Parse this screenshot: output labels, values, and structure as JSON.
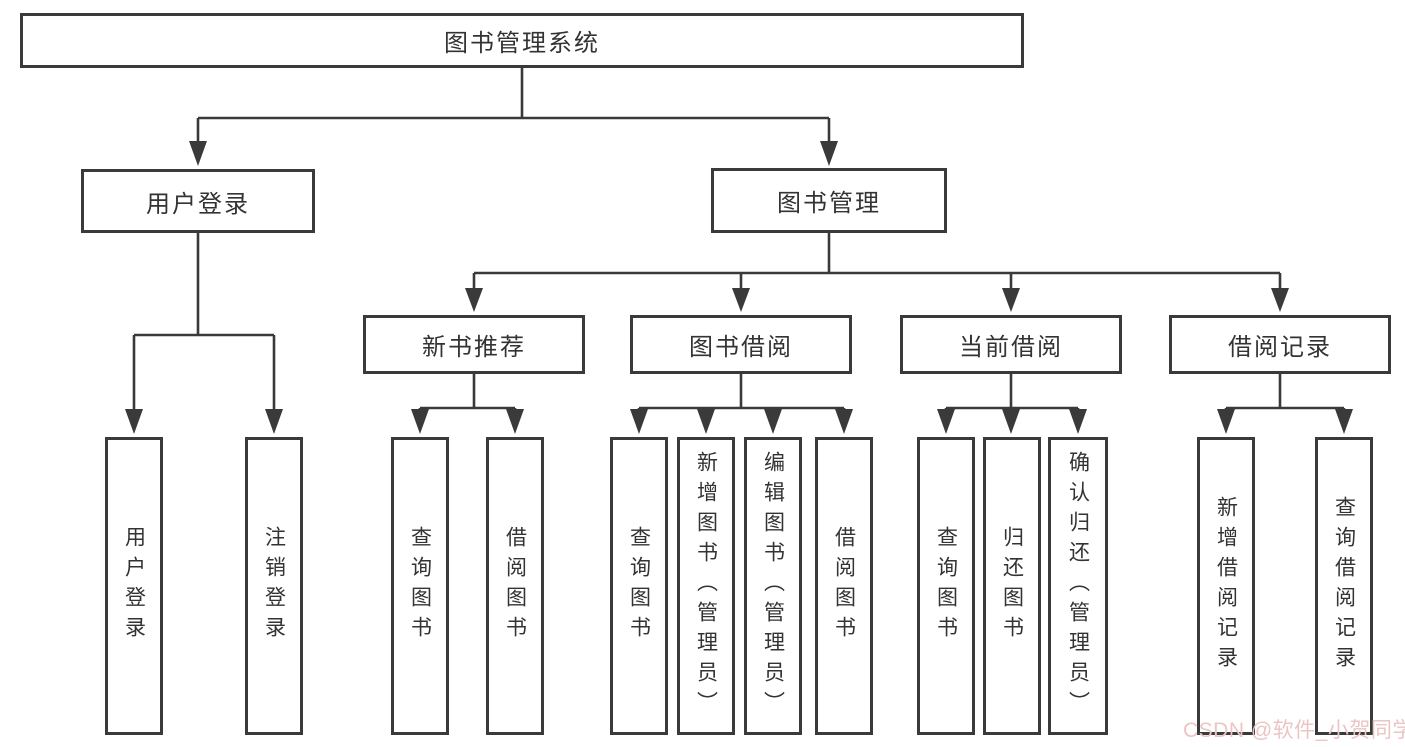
{
  "diagram": {
    "root": "图书管理系统",
    "branches": {
      "user": {
        "label": "用户登录",
        "children": [
          "用户登录",
          "注销登录"
        ]
      },
      "book": {
        "label": "图书管理",
        "groups": [
          {
            "label": "新书推荐",
            "children": [
              "查询图书",
              "借阅图书"
            ]
          },
          {
            "label": "图书借阅",
            "children": [
              "查询图书",
              "新增图书（管理员）",
              "编辑图书（管理员）",
              "借阅图书"
            ]
          },
          {
            "label": "当前借阅",
            "children": [
              "查询图书",
              "归还图书",
              "确认归还（管理员）"
            ]
          },
          {
            "label": "借阅记录",
            "children": [
              "新增借阅记录",
              "查询借阅记录"
            ]
          }
        ]
      }
    }
  },
  "watermark": {
    "text": "CSDN @软件_小贺同学"
  },
  "colors": {
    "line": "#3a3a3a",
    "text": "#333333",
    "background": "#ffffff",
    "watermark": "#ecc5c5"
  }
}
